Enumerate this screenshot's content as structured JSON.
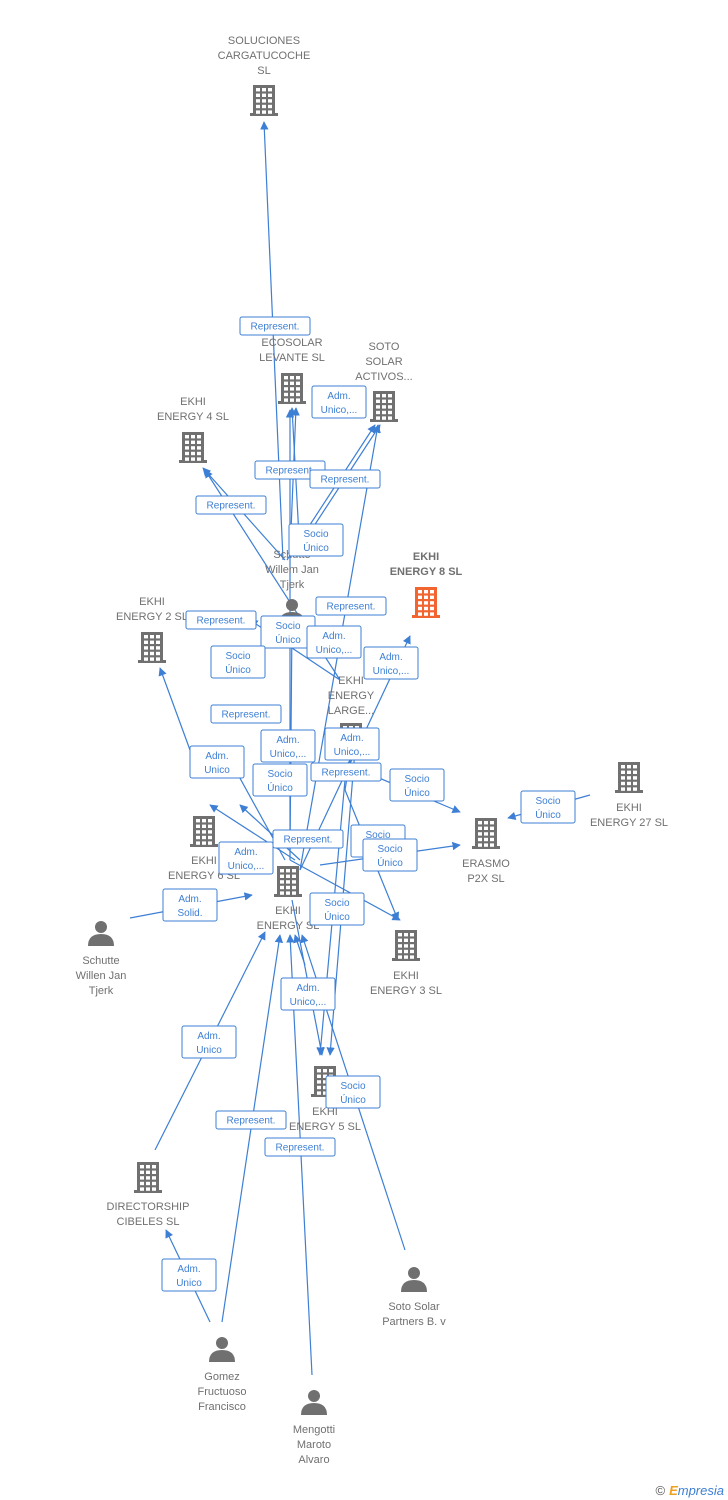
{
  "colors": {
    "edge": "#3d7fd4",
    "node": "#707070",
    "main": "#f26430"
  },
  "nodes": [
    {
      "id": "soluciones",
      "type": "company",
      "lines": [
        "SOLUCIONES",
        "CARGATUCOCHE",
        "SL"
      ]
    },
    {
      "id": "ecosolar",
      "type": "company",
      "lines": [
        "ECOSOLAR",
        "LEVANTE  SL"
      ]
    },
    {
      "id": "soto_activos",
      "type": "company",
      "lines": [
        "SOTO",
        "SOLAR",
        "ACTIVOS..."
      ]
    },
    {
      "id": "ekhi4",
      "type": "company",
      "lines": [
        "EKHI",
        "ENERGY 4  SL"
      ]
    },
    {
      "id": "schutte_top",
      "type": "person",
      "lines": [
        "Schutte",
        "Willem Jan",
        "Tjerk"
      ]
    },
    {
      "id": "ekhi8",
      "type": "main",
      "lines": [
        "EKHI",
        "ENERGY 8  SL"
      ]
    },
    {
      "id": "ekhi2",
      "type": "company",
      "lines": [
        "EKHI",
        "ENERGY 2  SL"
      ]
    },
    {
      "id": "ekhi_large",
      "type": "company",
      "lines": [
        "EKHI",
        "ENERGY",
        "LARGE..."
      ]
    },
    {
      "id": "ekhi27",
      "type": "company",
      "lines": [
        "EKHI",
        "ENERGY 27  SL"
      ]
    },
    {
      "id": "erasmo",
      "type": "company",
      "lines": [
        "ERASMO",
        "P2X  SL"
      ]
    },
    {
      "id": "ekhi6",
      "type": "company",
      "lines": [
        "EKHI",
        "ENERGY 6  SL"
      ]
    },
    {
      "id": "ekhi",
      "type": "company",
      "lines": [
        "EKHI",
        "ENERGY  SL"
      ]
    },
    {
      "id": "schutte_left",
      "type": "person",
      "lines": [
        "Schutte",
        "Willen Jan",
        "Tjerk"
      ]
    },
    {
      "id": "ekhi3",
      "type": "company",
      "lines": [
        "EKHI",
        "ENERGY 3  SL"
      ]
    },
    {
      "id": "ekhi5",
      "type": "company",
      "lines": [
        "EKHI",
        "ENERGY 5  SL"
      ]
    },
    {
      "id": "directorship",
      "type": "company",
      "lines": [
        "DIRECTORSHIP",
        "CIBELES SL"
      ]
    },
    {
      "id": "soto_partners",
      "type": "person",
      "lines": [
        "Soto Solar",
        "Partners B. v"
      ]
    },
    {
      "id": "gomez",
      "type": "person",
      "lines": [
        "Gomez",
        "Fructuoso",
        "Francisco"
      ]
    },
    {
      "id": "mengotti",
      "type": "person",
      "lines": [
        "Mengotti",
        "Maroto",
        "Alvaro"
      ]
    }
  ],
  "edge_labels": [
    [
      "Represent."
    ],
    [
      "Adm.",
      "Unico,..."
    ],
    [
      "Represent."
    ],
    [
      "Represent."
    ],
    [
      "Represent."
    ],
    [
      "Socio",
      "Único"
    ],
    [
      "Represent."
    ],
    [
      "Represent."
    ],
    [
      "Socio",
      "Único"
    ],
    [
      "Adm.",
      "Unico,..."
    ],
    [
      "Socio",
      "Único"
    ],
    [
      "Adm.",
      "Unico,..."
    ],
    [
      "Represent."
    ],
    [
      "Adm.",
      "Unico"
    ],
    [
      "Adm.",
      "Unico,..."
    ],
    [
      "Adm.",
      "Unico,..."
    ],
    [
      "Socio",
      "Único"
    ],
    [
      "Represent."
    ],
    [
      "Socio",
      "Único"
    ],
    [
      "Socio",
      "Único"
    ],
    [
      "Represent."
    ],
    [
      "Socio",
      "Único"
    ],
    [
      "Socio",
      "Único"
    ],
    [
      "Adm.",
      "Unico,..."
    ],
    [
      "Adm.",
      "Solid."
    ],
    [
      "Socio",
      "Único"
    ],
    [
      "Adm.",
      "Unico,..."
    ],
    [
      "Adm.",
      "Unico"
    ],
    [
      "Socio",
      "Único"
    ],
    [
      "Represent."
    ],
    [
      "Represent."
    ],
    [
      "Adm.",
      "Unico"
    ]
  ],
  "watermark": {
    "symbol": "©",
    "brand_first": "E",
    "brand_rest": "mpresia"
  }
}
